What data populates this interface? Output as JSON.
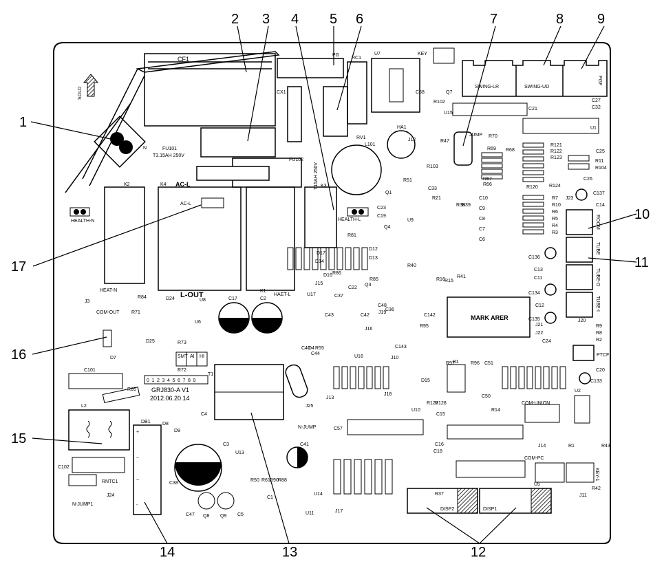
{
  "callouts": [
    {
      "number": "1",
      "name": "callout-1"
    },
    {
      "number": "2",
      "name": "callout-2"
    },
    {
      "number": "3",
      "name": "callout-3"
    },
    {
      "number": "4",
      "name": "callout-4"
    },
    {
      "number": "5",
      "name": "callout-5"
    },
    {
      "number": "6",
      "name": "callout-6"
    },
    {
      "number": "7",
      "name": "callout-7"
    },
    {
      "number": "8",
      "name": "callout-8"
    },
    {
      "number": "9",
      "name": "callout-9"
    },
    {
      "number": "10",
      "name": "callout-10"
    },
    {
      "number": "11",
      "name": "callout-11"
    },
    {
      "number": "12",
      "name": "callout-12"
    },
    {
      "number": "13",
      "name": "callout-13"
    },
    {
      "number": "14",
      "name": "callout-14"
    },
    {
      "number": "15",
      "name": "callout-15"
    },
    {
      "number": "16",
      "name": "callout-16"
    },
    {
      "number": "17",
      "name": "callout-17"
    }
  ],
  "board": {
    "model": "GRJ830-A V1",
    "date": "2012.06.20.14",
    "mark_area": "MARK ARER",
    "sold": "SOLD",
    "fuse1": "FU101",
    "fuse1_rating": "T3.15AH 250V",
    "fuse2": "FU102",
    "fuse2_rating": "T15AH 250V",
    "ac_l": "AC-L",
    "l_out": "L-OUT",
    "heat_n": "HEAT-N",
    "haet_l": "HAET-L",
    "health_n": "HEALTH-N",
    "health_l": "HEALTH-L",
    "com_out": "COM-OUT",
    "swing_lr": "SWING-LR",
    "swing_ud": "SWING-UD",
    "pgf": "PGF",
    "room": "ROOM",
    "tube": "TUBE",
    "tube_o": "TUBE-O",
    "tube_i": "TUBE-I",
    "ptcf": "PTCF",
    "com_union": "COM-UNION",
    "com_pc": "COM-PC",
    "key1": "KEY-1",
    "n_jump": "N-JUMP",
    "n_jump1": "N-JUMP1",
    "disp1": "DISP1",
    "disp2": "DISP2",
    "jump": "JUMP",
    "key": "KEY",
    "rntc1": "RNTC1",
    "smt_digits": "0123456789",
    "smt": "SMT",
    "ai": "AI",
    "hi": "HI"
  },
  "components": [
    "CF1",
    "PG",
    "RC1",
    "U7",
    "CX1",
    "RV1",
    "HA1",
    "L101",
    "K2",
    "K4",
    "K3",
    "K1",
    "Q1",
    "Q4",
    "Q3",
    "Q7",
    "Q8",
    "Q9",
    "C17",
    "C2",
    "C42",
    "C142",
    "C143",
    "C41",
    "C38",
    "C47",
    "C5",
    "C3",
    "C4",
    "C101",
    "C102",
    "U1",
    "U2",
    "U5",
    "U6",
    "U8",
    "U9",
    "U10",
    "U11",
    "U13",
    "U14",
    "U15",
    "U16",
    "U17",
    "B1",
    "D7",
    "D8",
    "D9",
    "D24",
    "D25",
    "DB1",
    "L2",
    "J3",
    "J10",
    "J11",
    "J12",
    "J13",
    "J14",
    "J15",
    "J16",
    "J17",
    "J18",
    "J19",
    "J20",
    "J21",
    "J22",
    "J23",
    "J24",
    "J25",
    "T1",
    "R65",
    "R71",
    "R72",
    "R73",
    "R84",
    "R85",
    "R86",
    "R81",
    "R95",
    "R97",
    "R96",
    "R103",
    "R47",
    "R51",
    "R21",
    "R38",
    "R39",
    "R70",
    "R69",
    "R67",
    "R66",
    "R68",
    "R121",
    "R122",
    "R123",
    "R11",
    "R104",
    "R120",
    "R124",
    "R7",
    "R10",
    "R6",
    "R5",
    "R4",
    "R3",
    "R9",
    "R8",
    "R2",
    "R14",
    "R37",
    "R42",
    "R43",
    "R1",
    "R102",
    "C58",
    "C21",
    "C27",
    "C32",
    "C25",
    "C26",
    "C137",
    "C14",
    "C136",
    "C13",
    "C11",
    "C134",
    "C12",
    "C135",
    "C24",
    "C20",
    "C133",
    "C10",
    "C9",
    "C8",
    "C7",
    "C6",
    "C23",
    "C19",
    "C33",
    "C22",
    "C37",
    "C43",
    "C48",
    "C36",
    "C40",
    "C51",
    "C50",
    "C57",
    "C15",
    "C16",
    "C18",
    "C1",
    "R55",
    "R40",
    "R41",
    "R16",
    "R15",
    "D12",
    "D13",
    "D14",
    "D16",
    "D17",
    "D15",
    "D4",
    "C44",
    "R127",
    "R128",
    "R50",
    "R61",
    "R90",
    "R88"
  ]
}
